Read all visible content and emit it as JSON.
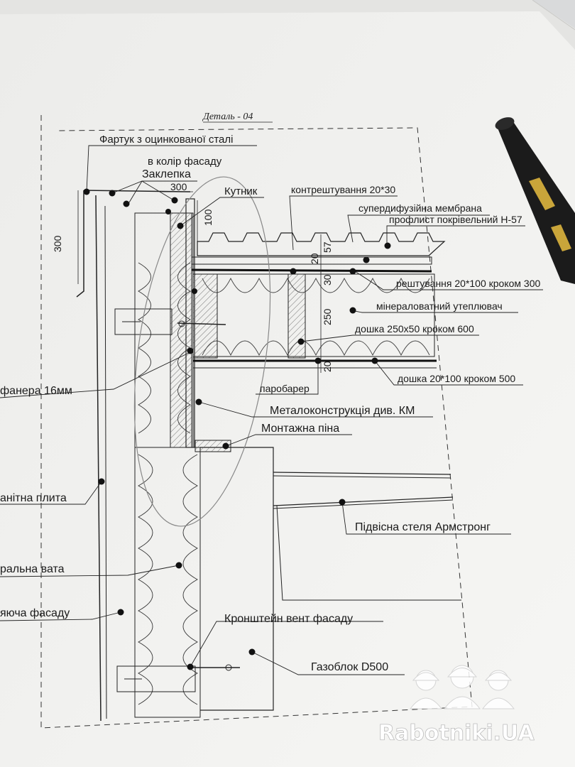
{
  "title": "Деталь - 04",
  "labels": {
    "apron": "Фартук з оцинкованої сталі",
    "apron2": "в колір фасаду",
    "rivet": "Заклепка",
    "angle": "Кутник",
    "counter_batten": "контрештування 20*30",
    "membrane": "супердифузійна мембрана",
    "profile_sheet": "профлист покрівельний Н-57",
    "lathing": "рештування 20*100 кроком 300",
    "mineral_insulation": "мінераловатний утеплювач",
    "board_250": "дошка 250х50 кроком 600",
    "board_20": "дошка 20*100 кроком 500",
    "vapor_barrier": "паробарер",
    "plywood": "фанера 16мм",
    "metal_structure": "Металоконструкція див. КМ",
    "mounting_foam": "Монтажна піна",
    "granite_slab": "анітна плита",
    "armstrong_ceiling": "Підвісна стеля Армстронг",
    "mineral_wool": "ральна вата",
    "facade_sub": "яюча фасаду",
    "bracket": "Кронштейн вент фасаду",
    "gas_block": "Газоблок D500"
  },
  "dims": {
    "d300_top": "300",
    "d300_left": "300",
    "d100": "100",
    "d57": "57",
    "d20_a": "20",
    "d30": "30",
    "d250": "250",
    "d20_b": "20"
  },
  "watermark": "Rabotniki.UA",
  "colors": {
    "ink": "#1a1a1a",
    "paper": "#f3f3f1",
    "pen": "#1b1b1b",
    "pen_band": "#c9a53a"
  }
}
